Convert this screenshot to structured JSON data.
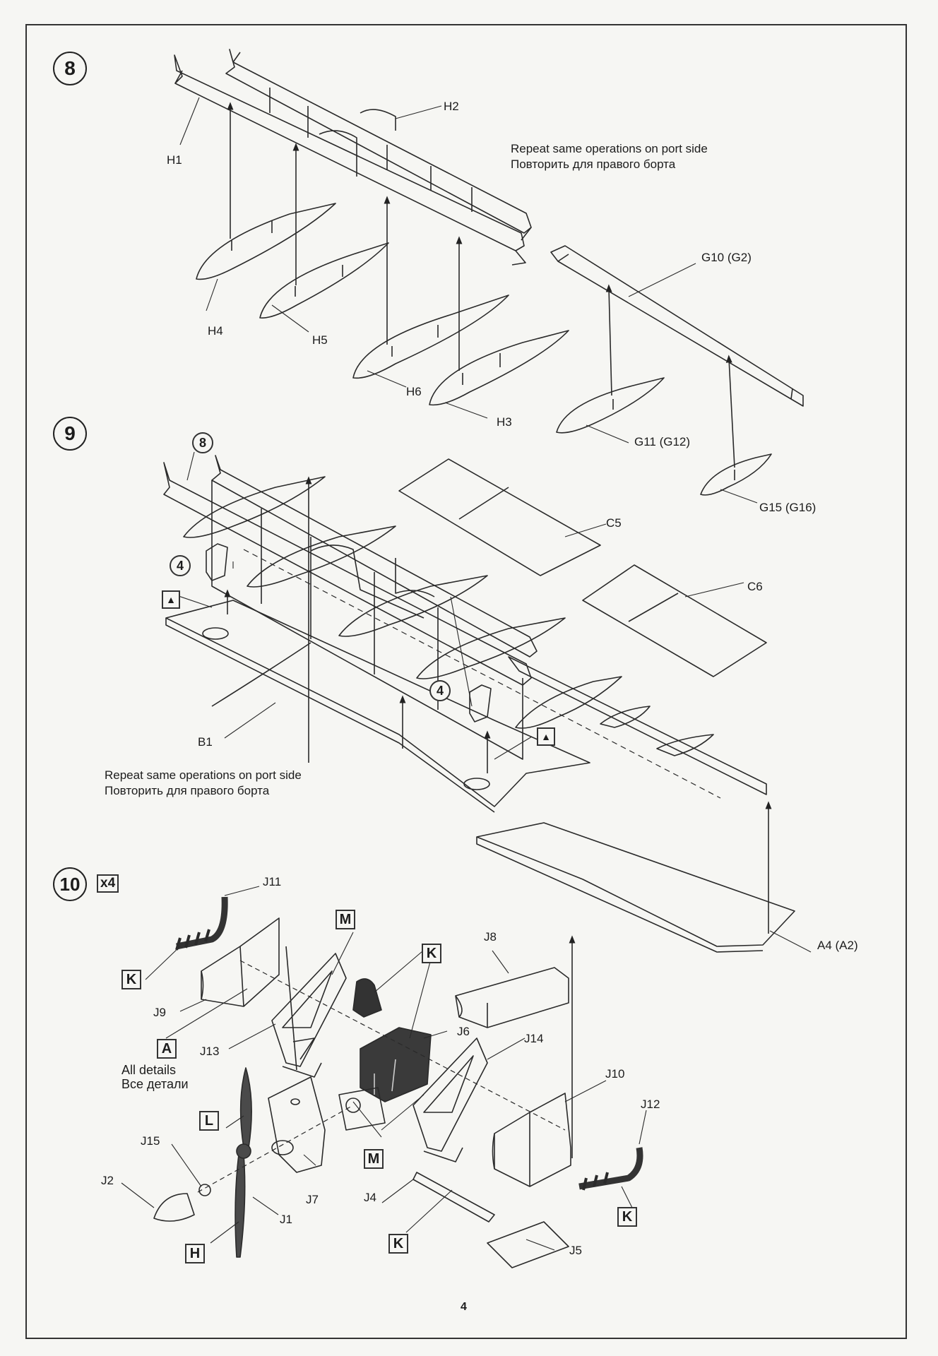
{
  "page_number": "4",
  "steps": {
    "s8": "8",
    "s9": "9",
    "s10": "10",
    "s10_multiplier": "x4"
  },
  "notes": {
    "repeat_en": "Repeat same operations on port side",
    "repeat_ru": "Повторить для правого борта",
    "all_details_en": "All details",
    "all_details_ru": "Все детали"
  },
  "sub_assembly_refs": {
    "ref8": "8",
    "ref4": "4"
  },
  "glue_icon": "glue-drop-icon",
  "part_labels": {
    "H1": "H1",
    "H2": "H2",
    "H3": "H3",
    "H4": "H4",
    "H5": "H5",
    "H6": "H6",
    "G10": "G10 (G2)",
    "G11": "G11 (G12)",
    "G15": "G15 (G16)",
    "C5": "C5",
    "C6": "C6",
    "B1": "B1",
    "A4": "A4 (A2)",
    "J1": "J1",
    "J2": "J2",
    "J4": "J4",
    "J5": "J5",
    "J6": "J6",
    "J7": "J7",
    "J8": "J8",
    "J9": "J9",
    "J10": "J10",
    "J11": "J11",
    "J12": "J12",
    "J13": "J13",
    "J14": "J14",
    "J15": "J15"
  },
  "color_codes": {
    "K": "K",
    "M": "M",
    "A": "A",
    "L": "L",
    "H": "H"
  }
}
